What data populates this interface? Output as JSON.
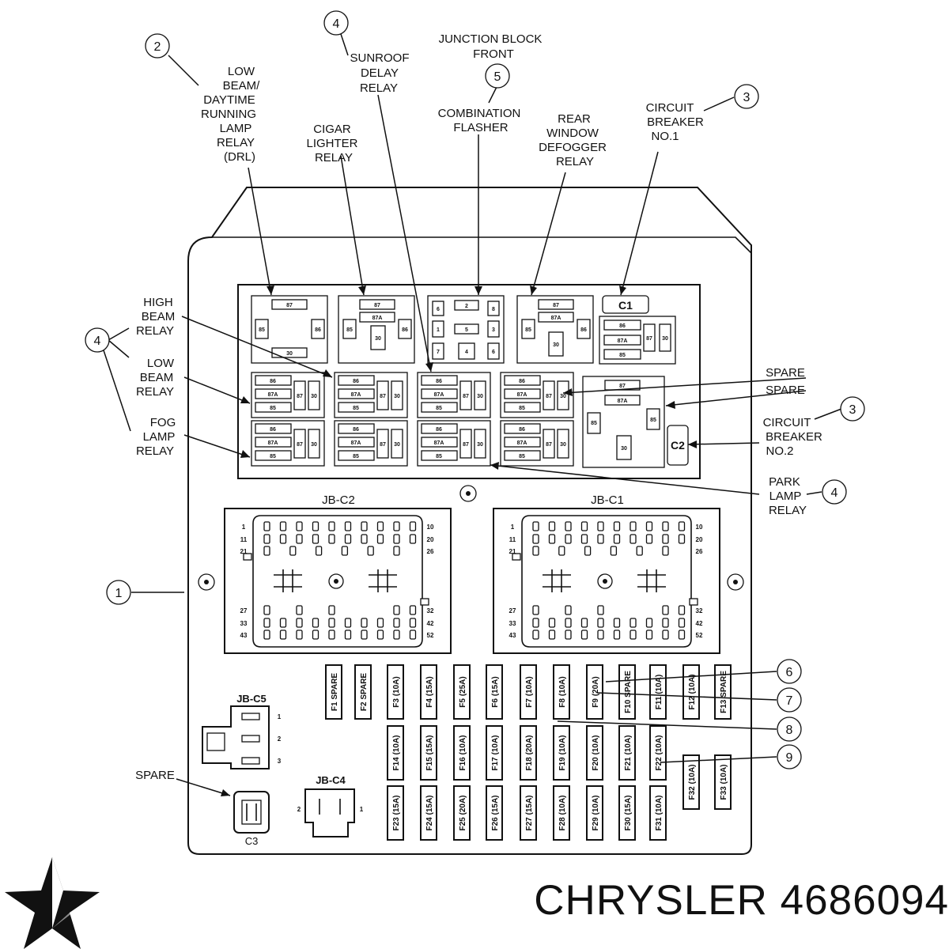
{
  "callouts": {
    "junction_block_line1": "JUNCTION  BLOCK",
    "junction_block_line2": "FRONT",
    "low_beam_drl": [
      "LOW",
      "BEAM/",
      "DAYTIME",
      "RUNNING",
      "LAMP",
      "RELAY",
      "(DRL)"
    ],
    "sunroof": [
      "SUNROOF",
      "DELAY",
      "RELAY"
    ],
    "cigar": [
      "CIGAR",
      "LIGHTER",
      "RELAY"
    ],
    "flasher": [
      "COMBINATION",
      "FLASHER"
    ],
    "rear_window": [
      "REAR",
      "WINDOW",
      "DEFOGGER",
      "RELAY"
    ],
    "cb1": [
      "CIRCUIT",
      "BREAKER",
      "NO.1"
    ],
    "high_beam": [
      "HIGH",
      "BEAM",
      "RELAY"
    ],
    "low_beam": [
      "LOW",
      "BEAM",
      "RELAY"
    ],
    "fog": [
      "FOG",
      "LAMP",
      "RELAY"
    ],
    "spare1": "SPARE",
    "spare2": "SPARE",
    "cb2": [
      "CIRCUIT",
      "BREAKER",
      "NO.2"
    ],
    "park": [
      "PARK",
      "LAMP",
      "RELAY"
    ],
    "spare_c3": "SPARE"
  },
  "circled_numbers": [
    "1",
    "2",
    "3",
    "3",
    "4",
    "4",
    "4",
    "5",
    "6",
    "7",
    "8",
    "9"
  ],
  "connectors": {
    "jb_c2": "JB-C2",
    "jb_c1": "JB-C1",
    "jb_c5": "JB-C5",
    "jb_c4": "JB-C4",
    "c3": "C3",
    "c1": "C1",
    "c2": "C2",
    "c2_pins_left": [
      "1",
      "11",
      "21",
      "27",
      "33",
      "43"
    ],
    "c2_pins_right": [
      "10",
      "20",
      "26",
      "32",
      "42",
      "52"
    ],
    "c1_pins_left": [
      "1",
      "11",
      "21",
      "27",
      "33",
      "43"
    ],
    "c1_pins_right": [
      "10",
      "20",
      "26",
      "32",
      "42",
      "52"
    ],
    "c5_pins": [
      "1",
      "2",
      "3"
    ],
    "c4_pins": [
      "2",
      "1"
    ]
  },
  "relay_pins": {
    "p87": "87",
    "p87a": "87A",
    "p85": "85",
    "p86": "86",
    "p30": "30"
  },
  "flasher_pins": [
    "6",
    "2",
    "8",
    "1",
    "5",
    "3",
    "7",
    "4",
    "6"
  ],
  "fuses": {
    "row1": [
      "F1 SPARE",
      "F2 SPARE",
      "F3 (10A)",
      "F4 (15A)",
      "F5 (25A)",
      "F6 (15A)",
      "F7 (10A)",
      "F8 (10A)",
      "F9 (20A)",
      "F10 SPARE",
      "F11 (10A)",
      "F12 (10A)",
      "F13 SPARE"
    ],
    "row2": [
      "F14 (10A)",
      "F15 (15A)",
      "F16 (10A)",
      "F17 (10A)",
      "F18 (20A)",
      "F19 (10A)",
      "F20 (10A)",
      "F21 (10A)",
      "F22 (10A)"
    ],
    "row2b": [
      "F32 (10A)",
      "F33 (10A)"
    ],
    "row3": [
      "F23 (15A)",
      "F24 (15A)",
      "F25 (20A)",
      "F26 (15A)",
      "F27 (15A)",
      "F28 (10A)",
      "F29 (10A)",
      "F30 (15A)",
      "F31 (10A)"
    ]
  },
  "brand": {
    "text": "CHRYSLER 4686094",
    "logo_icon": "pentastar-logo",
    "color": "#111111"
  }
}
